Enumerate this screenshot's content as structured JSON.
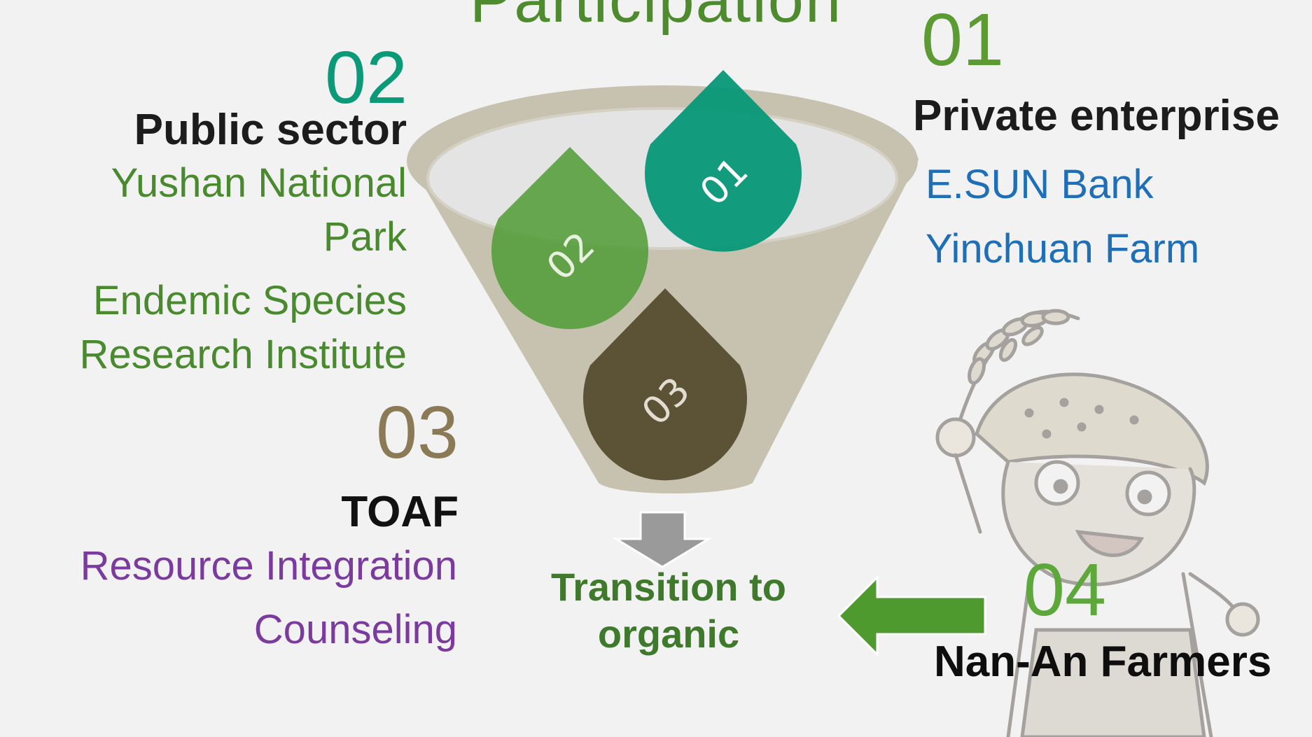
{
  "title": "Participation",
  "colors": {
    "title": "#4e8a2e",
    "s1_num": "#5c9a32",
    "s1_items": "#1f6fb8",
    "s2_num": "#0b9a78",
    "s2_items": "#4a8a2e",
    "s3_num": "#8a7a55",
    "s3_items": "#7a3a9e",
    "s4_num": "#5da83a",
    "transition": "#3f7a2c",
    "drop1": "#069877",
    "drop2": "#4f9b35",
    "drop3": "#5c5236",
    "funnel": "#c7c2b0",
    "arrow_down": "#9a9a9a",
    "arrow_left": "#4e9a2f"
  },
  "sections": {
    "s1": {
      "number": "01",
      "heading": "Private enterprise",
      "items": [
        "E.SUN Bank",
        "Yinchuan Farm"
      ]
    },
    "s2": {
      "number": "02",
      "heading": "Public sector",
      "items": [
        "Yushan National",
        "Park",
        "Endemic Species",
        "Research Institute"
      ]
    },
    "s3": {
      "number": "03",
      "heading": "TOAF",
      "items": [
        "Resource Integration",
        "Counseling"
      ]
    },
    "s4": {
      "number": "04",
      "heading": "Nan-An Farmers"
    }
  },
  "drops": {
    "d1": "01",
    "d2": "02",
    "d3": "03"
  },
  "transition": {
    "line1": "Transition to",
    "line2": "organic"
  },
  "icons": {
    "funnel": "funnel-icon",
    "down_arrow": "arrow-down-icon",
    "left_arrow": "arrow-left-icon",
    "farmer": "farmer-mascot-illustration"
  }
}
